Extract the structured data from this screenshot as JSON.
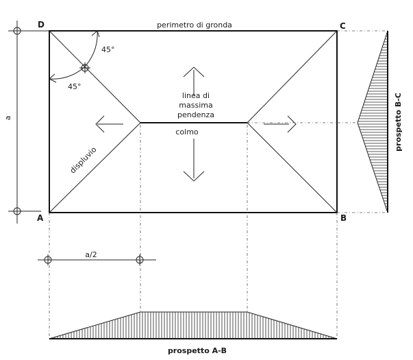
{
  "corners": {
    "a": "A",
    "b": "B",
    "c": "C",
    "d": "D"
  },
  "labels": {
    "perimeter": "perimetro di gronda",
    "slope_line1": "linea di",
    "slope_line2": "massima",
    "slope_line3": "pendenza",
    "ridge": "colmo",
    "hip": "displuvio",
    "angle_top": "45°",
    "angle_bottom": "45°",
    "dim_a": "a",
    "dim_half": "a/2",
    "elevation_ab": "prospetto A-B",
    "elevation_bc": "prospetto B-C"
  },
  "colors": {
    "ink": "#111111",
    "paper": "#ffffff"
  }
}
